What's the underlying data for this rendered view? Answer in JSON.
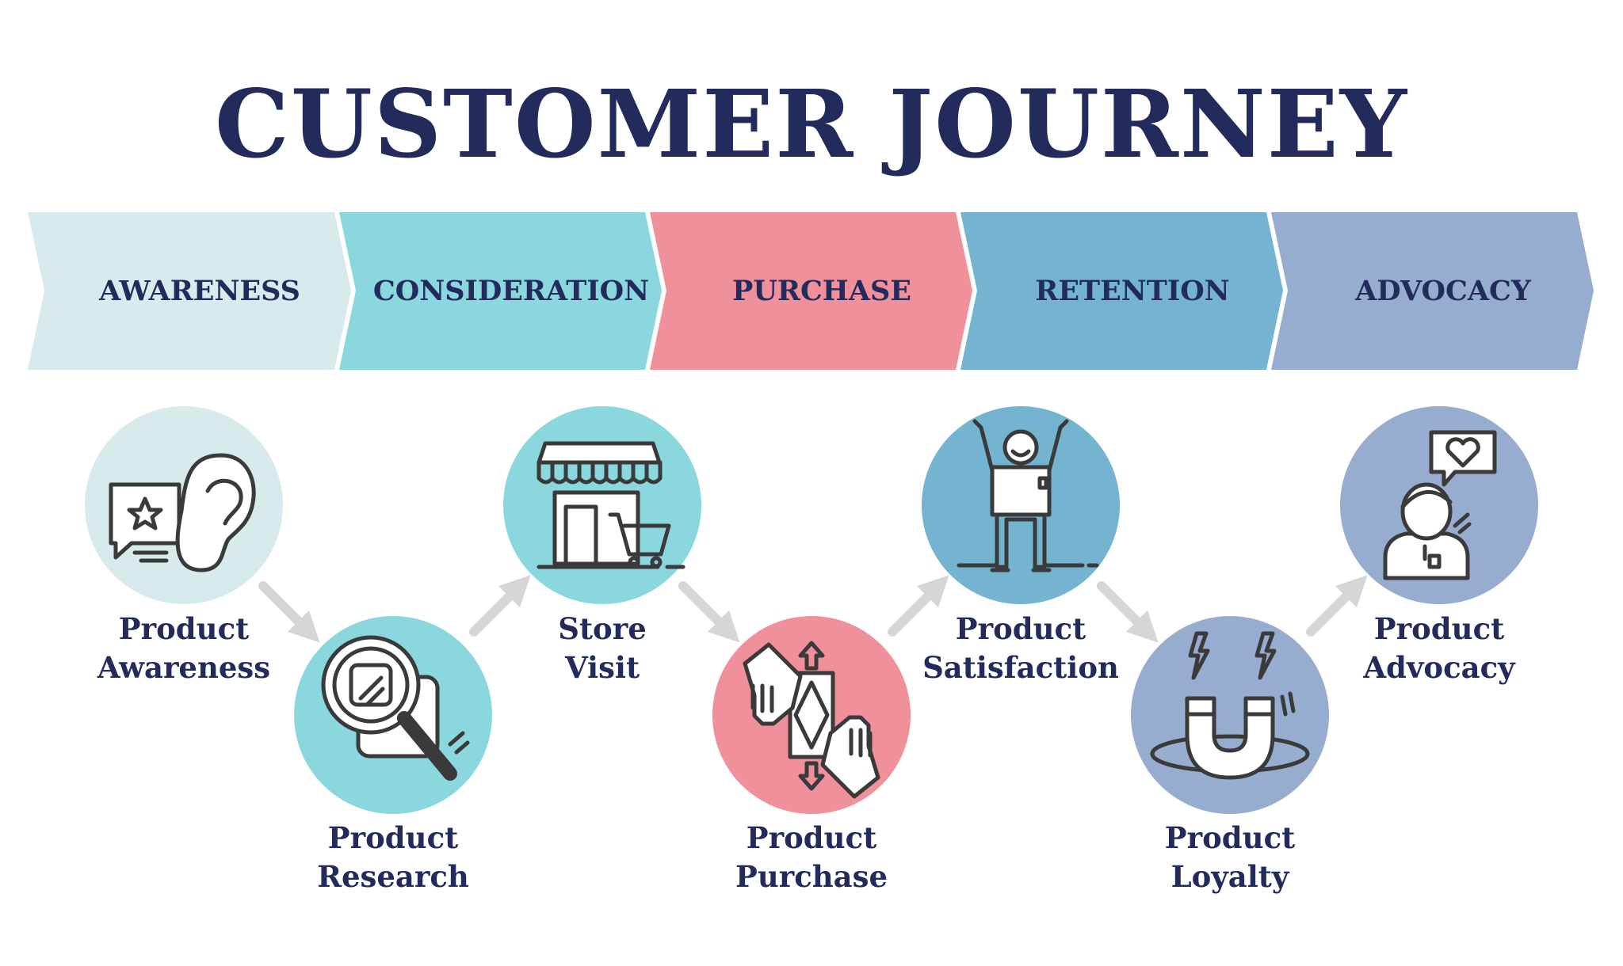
{
  "title": "CUSTOMER JOURNEY",
  "colors": {
    "text": "#232a5c",
    "awareness": "#d8ebec",
    "consideration": "#8ad7dd",
    "purchase": "#f0909a",
    "retention": "#74b4d1",
    "advocacy": "#97adcf",
    "connector_arrow": "#d6d6d6",
    "icon_line": "#3a3a3a"
  },
  "stages": [
    {
      "label": "AWARENESS"
    },
    {
      "label": "CONSIDERATION"
    },
    {
      "label": "PURCHASE"
    },
    {
      "label": "RETENTION"
    },
    {
      "label": "ADVOCACY"
    }
  ],
  "steps": [
    {
      "line1": "Product",
      "line2": "Awareness",
      "icon": "ear-and-star-review-icon"
    },
    {
      "line1": "Product",
      "line2": "Research",
      "icon": "magnifying-glass-icon"
    },
    {
      "line1": "Store",
      "line2": "Visit",
      "icon": "storefront-with-cart-icon"
    },
    {
      "line1": "Product",
      "line2": "Purchase",
      "icon": "hands-exchanging-money-icon"
    },
    {
      "line1": "Product",
      "line2": "Satisfaction",
      "icon": "happy-person-arms-raised-icon"
    },
    {
      "line1": "Product",
      "line2": "Loyalty",
      "icon": "magnet-icon"
    },
    {
      "line1": "Product",
      "line2": "Advocacy",
      "icon": "person-with-heart-bubble-icon"
    }
  ]
}
